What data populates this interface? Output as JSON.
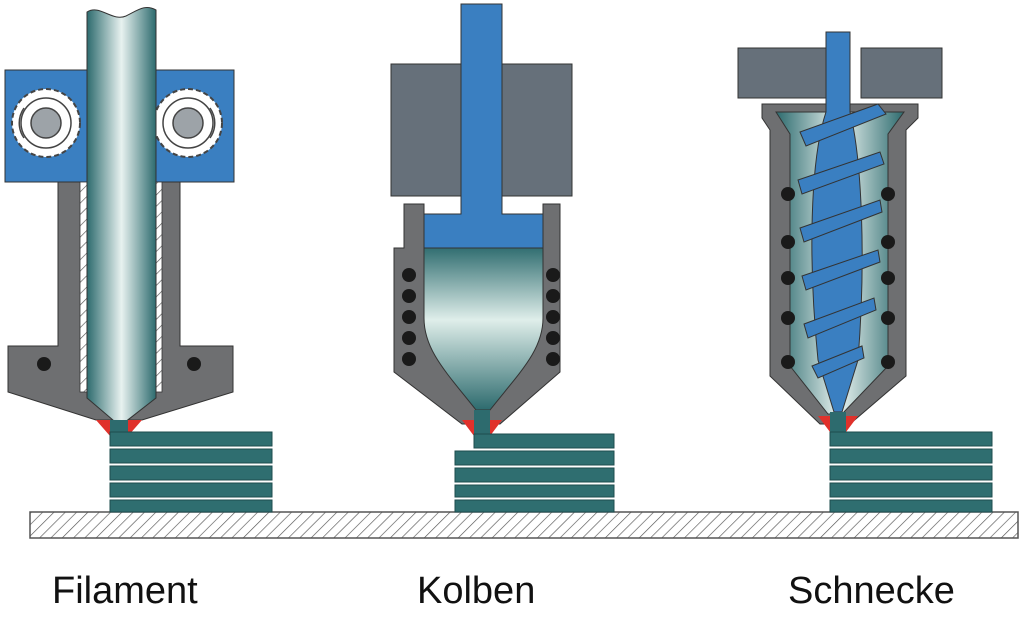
{
  "labels": {
    "filament": "Filament",
    "kolben": "Kolben",
    "schnecke": "Schnecke"
  },
  "colors": {
    "blue": "#3a7fc1",
    "housing_gray": "#6e6f71",
    "block_gray": "#66707a",
    "melt_teal_dark": "#2d6b6e",
    "melt_light": "#e8f2f0",
    "nozzle_red": "#e0312b",
    "layer_teal": "#2f6e70",
    "heater_dot": "#1a1a1a"
  }
}
